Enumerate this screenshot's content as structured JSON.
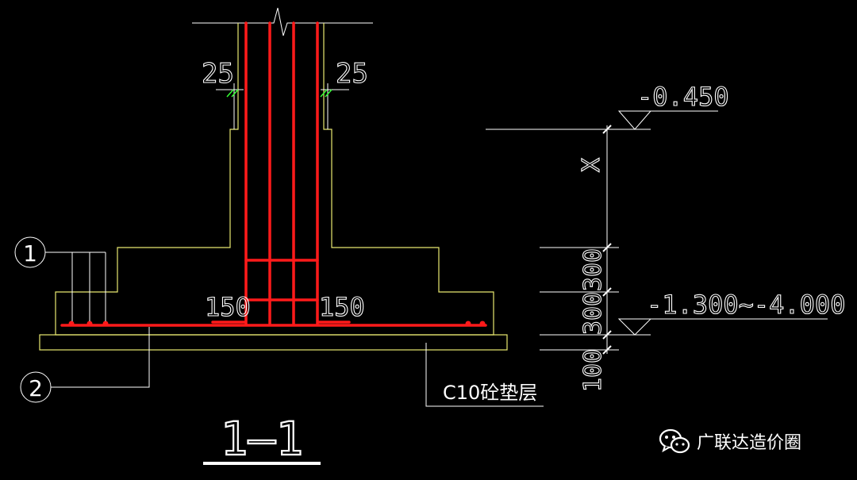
{
  "colors": {
    "background": "#000000",
    "outline": "#e8e870",
    "rebar": "#ff1a1a",
    "dimension": "#ffffff",
    "tick": "#33ff33"
  },
  "drawing": {
    "section_title": "1—1",
    "dim_cover_left": "25",
    "dim_cover_right": "25",
    "dim_bend_left": "150",
    "dim_bend_right": "150",
    "callout_1": "1",
    "callout_2": "2",
    "cushion_label": "C10砼垫层",
    "elev_top": "-0.450",
    "elev_bottom": "-1.300~-4.000",
    "dim_x": "X",
    "dim_300_a": "300",
    "dim_300_b": "300",
    "dim_100": "100"
  },
  "watermark": {
    "text": "广联达造价圈",
    "icon": "wechat-icon"
  }
}
